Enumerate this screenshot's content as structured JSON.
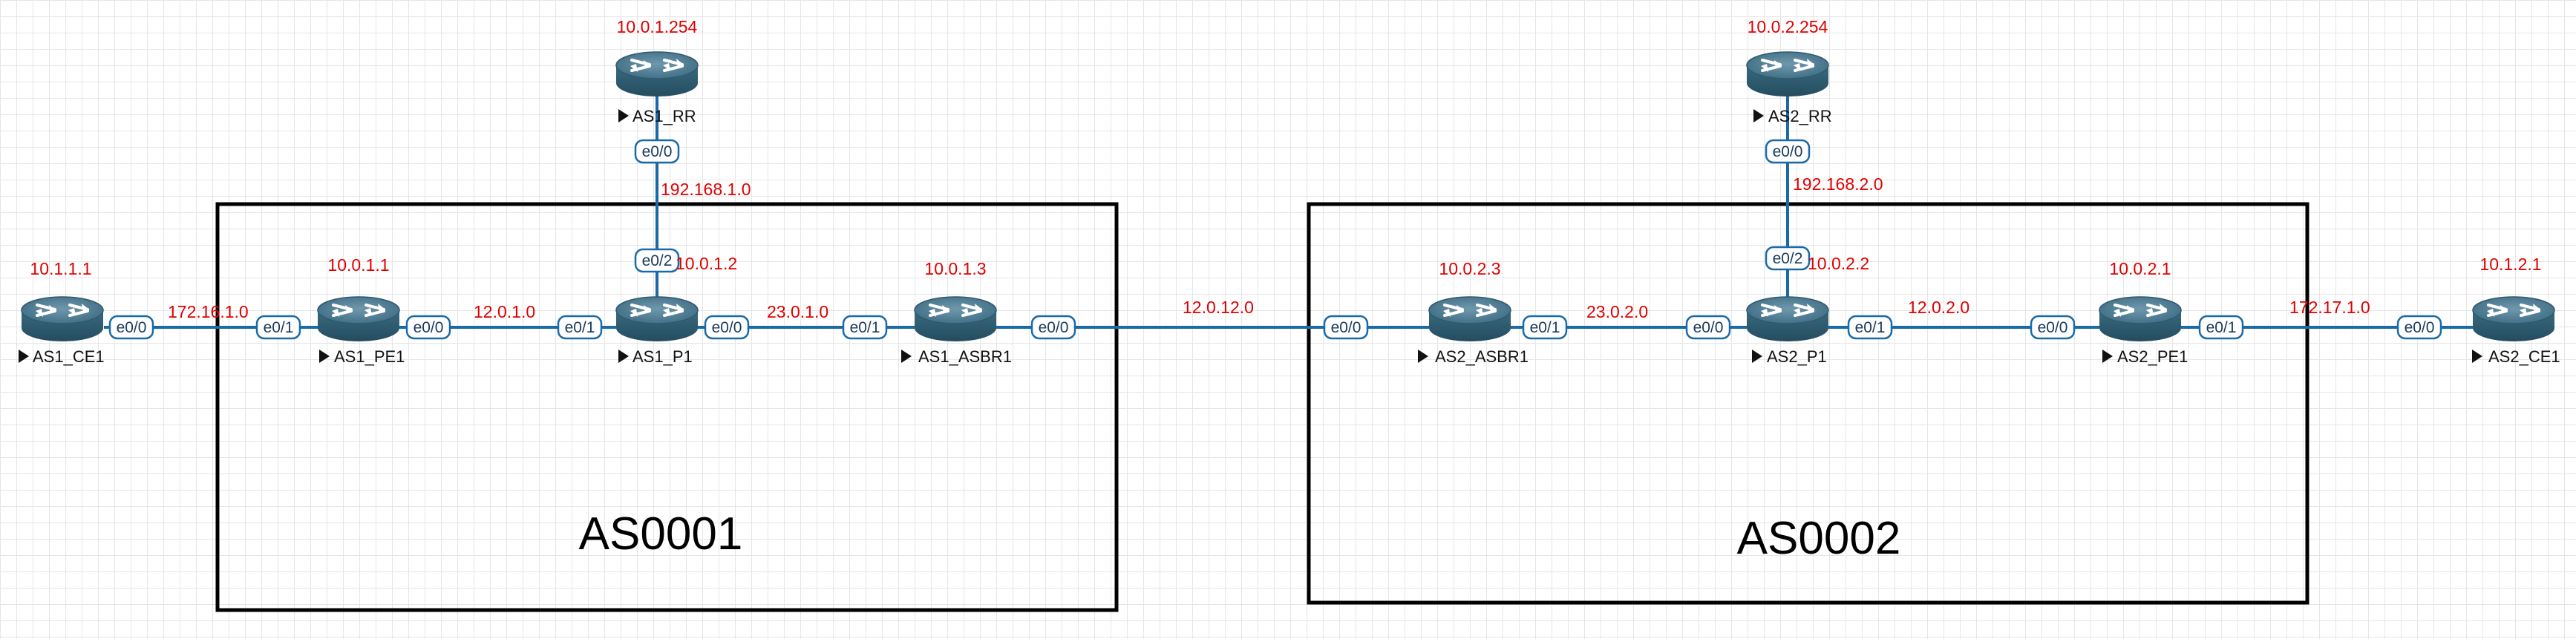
{
  "colors": {
    "link": "#1a6aa8",
    "router": "#3e6b82",
    "ip_text": "#e00000",
    "box_border": "#000000"
  },
  "autonomous_systems": [
    {
      "label": "AS0001"
    },
    {
      "label": "AS0002"
    }
  ],
  "routers": [
    {
      "id": "as1_rr",
      "name": "AS1_RR",
      "ip": "10.0.1.254"
    },
    {
      "id": "as1_ce1",
      "name": "AS1_CE1",
      "ip": "10.1.1.1"
    },
    {
      "id": "as1_pe1",
      "name": "AS1_PE1",
      "ip": "10.0.1.1"
    },
    {
      "id": "as1_p1",
      "name": "AS1_P1",
      "ip": "10.0.1.2"
    },
    {
      "id": "as1_asbr1",
      "name": "AS1_ASBR1",
      "ip": "10.0.1.3"
    },
    {
      "id": "as2_rr",
      "name": "AS2_RR",
      "ip": "10.0.2.254"
    },
    {
      "id": "as2_asbr1",
      "name": "AS2_ASBR1",
      "ip": "10.0.2.3"
    },
    {
      "id": "as2_p1",
      "name": "AS2_P1",
      "ip": "10.0.2.2"
    },
    {
      "id": "as2_pe1",
      "name": "AS2_PE1",
      "ip": "10.0.2.1"
    },
    {
      "id": "as2_ce1",
      "name": "AS2_CE1",
      "ip": "10.1.2.1"
    }
  ],
  "links": [
    {
      "id": "l1",
      "network": "172.16.1.0",
      "a_port": "e0/0",
      "b_port": "e0/1"
    },
    {
      "id": "l2",
      "network": "12.0.1.0",
      "a_port": "e0/0",
      "b_port": "e0/1"
    },
    {
      "id": "l3",
      "network": "23.0.1.0",
      "a_port": "e0/0",
      "b_port": "e0/1"
    },
    {
      "id": "l4",
      "network": "12.0.12.0",
      "a_port": "e0/0",
      "b_port": "e0/0"
    },
    {
      "id": "l5",
      "network": "23.0.2.0",
      "a_port": "e0/1",
      "b_port": "e0/0"
    },
    {
      "id": "l6",
      "network": "12.0.2.0",
      "a_port": "e0/1",
      "b_port": "e0/0"
    },
    {
      "id": "l7",
      "network": "172.17.1.0",
      "a_port": "e0/1",
      "b_port": "e0/0"
    },
    {
      "id": "l8",
      "network": "192.168.1.0",
      "a_port": "e0/0",
      "b_port": "e0/2"
    },
    {
      "id": "l9",
      "network": "192.168.2.0",
      "a_port": "e0/0",
      "b_port": "e0/2"
    }
  ]
}
